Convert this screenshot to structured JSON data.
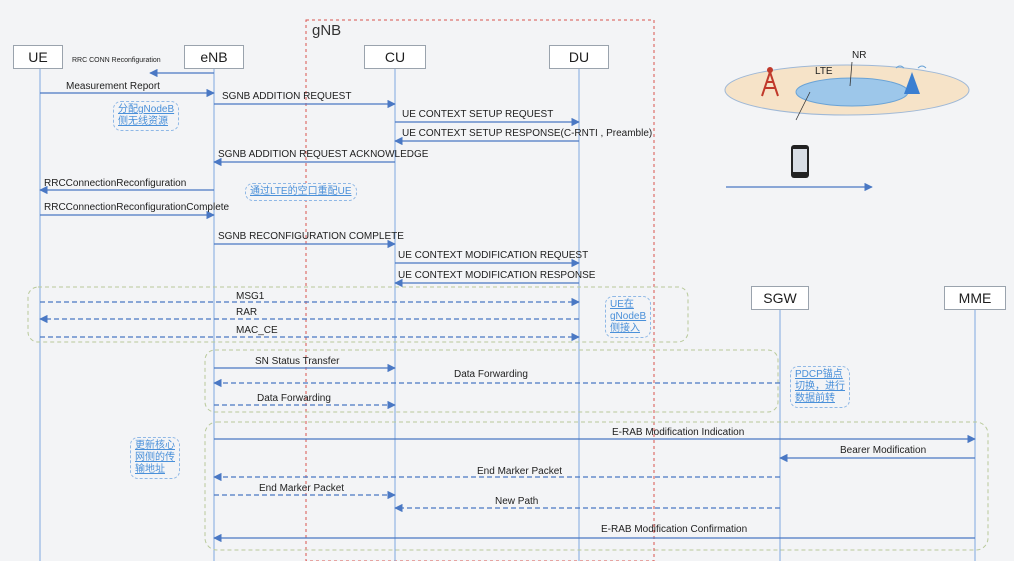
{
  "entities": {
    "ue": "UE",
    "enb": "eNB",
    "cu": "CU",
    "du": "DU",
    "sgw": "SGW",
    "mme": "MME"
  },
  "gnb_label": "gNB",
  "legend": {
    "lte": "LTE",
    "nr": "NR"
  },
  "colors": {
    "arrow": "#4a78c4",
    "lifeline": "#7fa8e0",
    "gnb_border": "#d9534f",
    "group_border": "#b8c99a",
    "note": "#4a90d9"
  },
  "messages": [
    {
      "id": "rrc-conn-reconfig",
      "text": "RRC CONN Reconfiguration"
    },
    {
      "id": "measurement-report",
      "text": "Measurement Report"
    },
    {
      "id": "sgnb-addition-request",
      "text": "SGNB ADDITION REQUEST"
    },
    {
      "id": "ue-context-setup-request",
      "text": "UE CONTEXT SETUP REQUEST"
    },
    {
      "id": "ue-context-setup-response",
      "text": "UE CONTEXT SETUP RESPONSE(C-RNTI , Preamble)"
    },
    {
      "id": "sgnb-addition-ack",
      "text": "SGNB ADDITION REQUEST ACKNOWLEDGE"
    },
    {
      "id": "rrc-connection-reconfiguration",
      "text": "RRCConnectionReconfiguration"
    },
    {
      "id": "rrc-connection-reconfiguration-complete",
      "text": "RRCConnectionReconfigurationComplete"
    },
    {
      "id": "sgnb-reconfiguration-complete",
      "text": "SGNB RECONFIGURATION COMPLETE"
    },
    {
      "id": "ue-context-modification-request",
      "text": "UE CONTEXT MODIFICATION REQUEST"
    },
    {
      "id": "ue-context-modification-response",
      "text": "UE CONTEXT MODIFICATION RESPONSE"
    },
    {
      "id": "msg1",
      "text": "MSG1"
    },
    {
      "id": "rar",
      "text": "RAR"
    },
    {
      "id": "mac-ce",
      "text": "MAC_CE"
    },
    {
      "id": "sn-status-transfer",
      "text": "SN Status Transfer"
    },
    {
      "id": "data-forwarding-1",
      "text": "Data Forwarding"
    },
    {
      "id": "data-forwarding-2",
      "text": "Data Forwarding"
    },
    {
      "id": "erab-modification-indication",
      "text": "E-RAB Modification Indication"
    },
    {
      "id": "bearer-modification",
      "text": "Bearer Modification"
    },
    {
      "id": "end-marker-packet-1",
      "text": "End Marker Packet"
    },
    {
      "id": "end-marker-packet-2",
      "text": "End Marker Packet"
    },
    {
      "id": "new-path",
      "text": "New Path"
    },
    {
      "id": "erab-modification-confirmation",
      "text": "E-RAB Modification Confirmation"
    }
  ],
  "notes": [
    {
      "id": "note-allocate",
      "lines": [
        "分配gNodeB",
        "侧无线资源"
      ]
    },
    {
      "id": "note-lte-air",
      "lines": [
        "通过LTE的空口重配UE"
      ]
    },
    {
      "id": "note-ue-access",
      "lines": [
        "UE在",
        "gNodeB",
        "侧接入"
      ]
    },
    {
      "id": "note-pdcp",
      "lines": [
        "PDCP锚点",
        "切换，进行",
        "数据前转"
      ]
    },
    {
      "id": "note-core",
      "lines": [
        "更新核心",
        "网侧的传",
        "输地址"
      ]
    }
  ]
}
